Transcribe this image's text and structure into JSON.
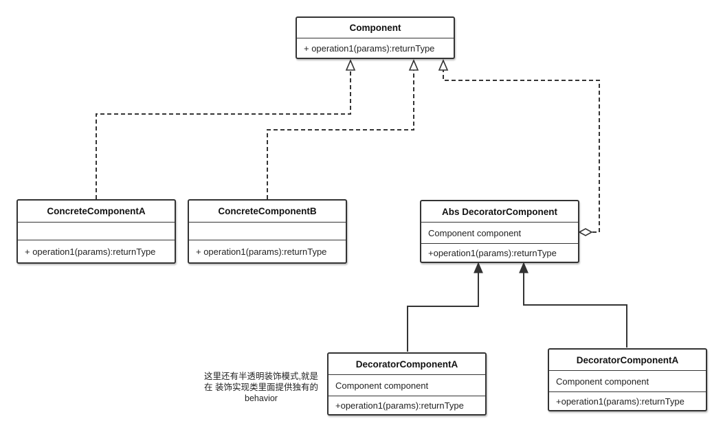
{
  "classes": {
    "component": {
      "name": "Component",
      "methods": "+ operation1(params):returnType"
    },
    "concrete_a": {
      "name": "ConcreteComponentA",
      "attributes": "",
      "methods": "+ operation1(params):returnType"
    },
    "concrete_b": {
      "name": "ConcreteComponentB",
      "attributes": "",
      "methods": "+ operation1(params):returnType"
    },
    "abs_decorator": {
      "name": "Abs DecoratorComponent",
      "attributes": "Component component",
      "methods": "+operation1(params):returnType"
    },
    "decorator_left": {
      "name": "DecoratorComponentA",
      "attributes": "Component component",
      "methods": "+operation1(params):returnType"
    },
    "decorator_right": {
      "name": "DecoratorComponentA",
      "attributes": "Component component",
      "methods": "+operation1(params):returnType"
    }
  },
  "relations": [
    {
      "from": "concrete_a",
      "to": "component",
      "type": "realization"
    },
    {
      "from": "concrete_b",
      "to": "component",
      "type": "realization"
    },
    {
      "from": "abs_decorator",
      "to": "component",
      "type": "realization"
    },
    {
      "from": "abs_decorator",
      "to": "component",
      "type": "aggregation"
    },
    {
      "from": "decorator_left",
      "to": "abs_decorator",
      "type": "inheritance"
    },
    {
      "from": "decorator_right",
      "to": "abs_decorator",
      "type": "inheritance"
    }
  ],
  "note": {
    "line1": "这里还有半透明装饰模式,就是",
    "line2": "在 装饰实现类里面提供独有的",
    "line3": "behavior"
  },
  "colors": {
    "stroke": "#333333",
    "text": "#222222",
    "background": "#ffffff"
  }
}
